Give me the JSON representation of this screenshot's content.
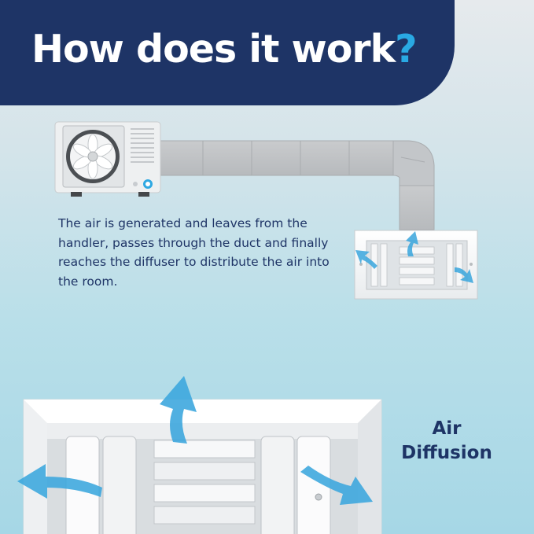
{
  "header": {
    "title": "How does it work",
    "title_mark": "?"
  },
  "description": "The air is generated and leaves from the handler, passes through the duct and finally reaches the diffuser to distribute the air into the room.",
  "label": {
    "line1": "Air",
    "line2": "Diffusion"
  },
  "colors": {
    "navy": "#1e3466",
    "accent_blue": "#29a9e3",
    "airflow_blue": "#3aa6dd"
  },
  "icons": [
    "ac-unit-icon",
    "fan-icon",
    "duct-icon",
    "diffuser-icon",
    "airflow-arrow-icon"
  ]
}
